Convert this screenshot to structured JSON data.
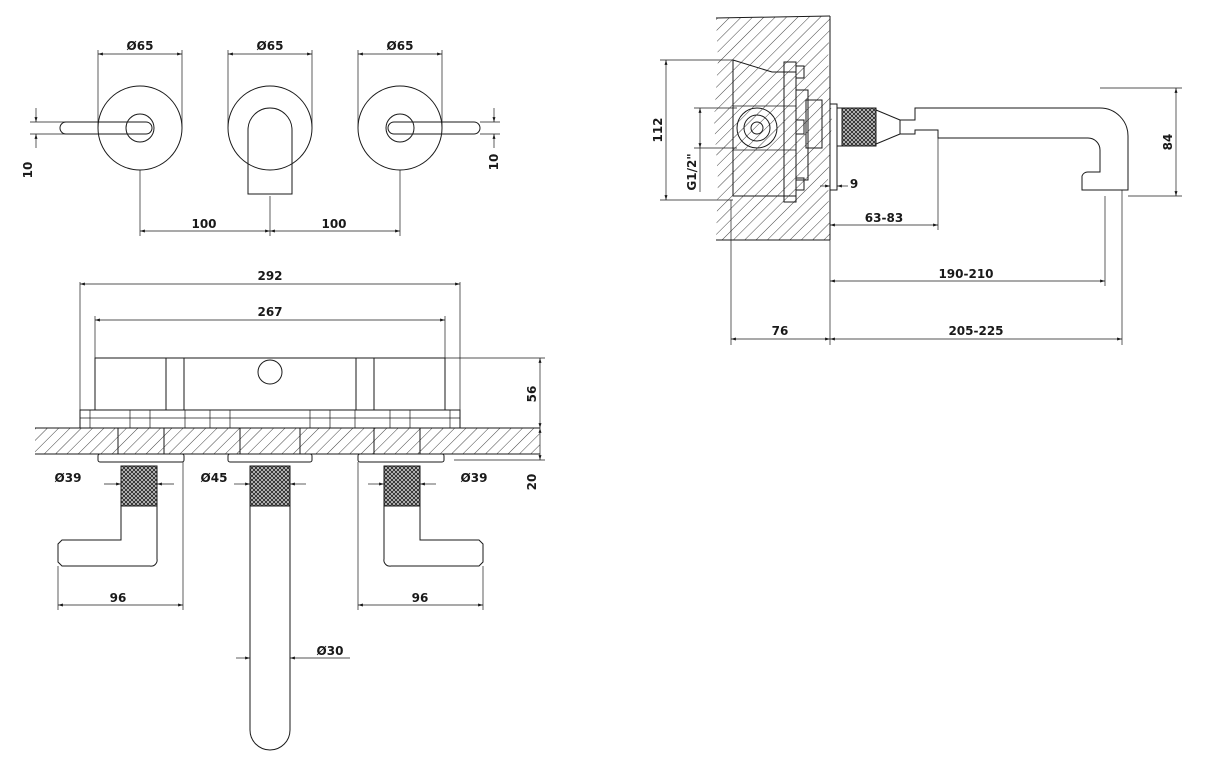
{
  "dimensions": {
    "front_top_dia_left": "Ø65",
    "front_top_dia_mid": "Ø65",
    "front_top_dia_right": "Ø65",
    "front_lever_thick_left": "10",
    "front_lever_thick_right": "10",
    "front_spacing_left": "100",
    "front_spacing_right": "100",
    "plan_total_width": "292",
    "plan_box_width": "267",
    "plan_box_depth": "56",
    "plan_plate_depth": "20",
    "plan_rosette_left": "Ø39",
    "plan_rosette_mid": "Ø45",
    "plan_rosette_right": "Ø39",
    "plan_lever_len_left": "96",
    "plan_lever_len_right": "96",
    "plan_spout_dia": "Ø30",
    "side_box_height": "112",
    "side_thread": "G1/2\"",
    "side_flange": "9",
    "side_spout_height": "84",
    "side_adjust_1": "63-83",
    "side_adjust_2": "190-210",
    "side_wall_depth": "76",
    "side_projection": "205-225"
  }
}
